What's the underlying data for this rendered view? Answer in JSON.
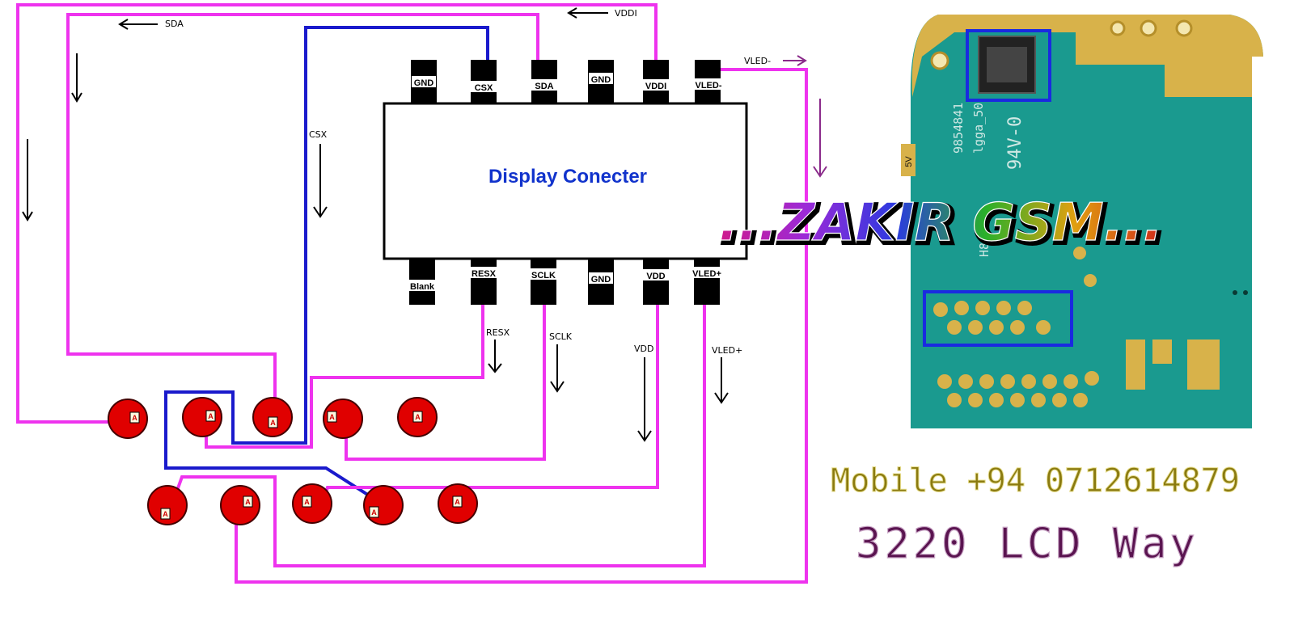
{
  "colors": {
    "trace_magenta": "#ee33ee",
    "trace_blue": "#1a1acc",
    "pad_red": "#e00000",
    "pin_black": "#000000",
    "connector_label": "#1133cc",
    "pcb_green": "#1a9a8f",
    "gold": "#d8b24a",
    "highlight_box": "#1a2ae0",
    "mobile_text": "#8a7a10",
    "way_text": "#5a1450"
  },
  "connector": {
    "title": "Display Conecter"
  },
  "pins": {
    "top": [
      "GND",
      "CSX",
      "SDA",
      "GND",
      "VDDI",
      "VLED-"
    ],
    "bottom": [
      "Blank",
      "RESX",
      "SCLK",
      "GND",
      "VDD",
      "VLED+"
    ]
  },
  "signal_labels": {
    "sda": "SDA",
    "vddi": "VDDI",
    "vled_minus": "VLED-",
    "csx": "CSX",
    "resx": "RESX",
    "sclk": "SCLK",
    "vdd": "VDD",
    "vled_plus": "VLED+"
  },
  "pad_label": "A",
  "pcb": {
    "part_number": "9854841",
    "model": "lgga_50",
    "rating": "94V-0",
    "code": "H8",
    "side_text": "5V"
  },
  "brand": {
    "text": "...ZAKIR GSM...",
    "icon": "rainbow-wordart"
  },
  "contact": {
    "mobile": "Mobile +94 0712614879",
    "caption": "3220 LCD Way"
  }
}
